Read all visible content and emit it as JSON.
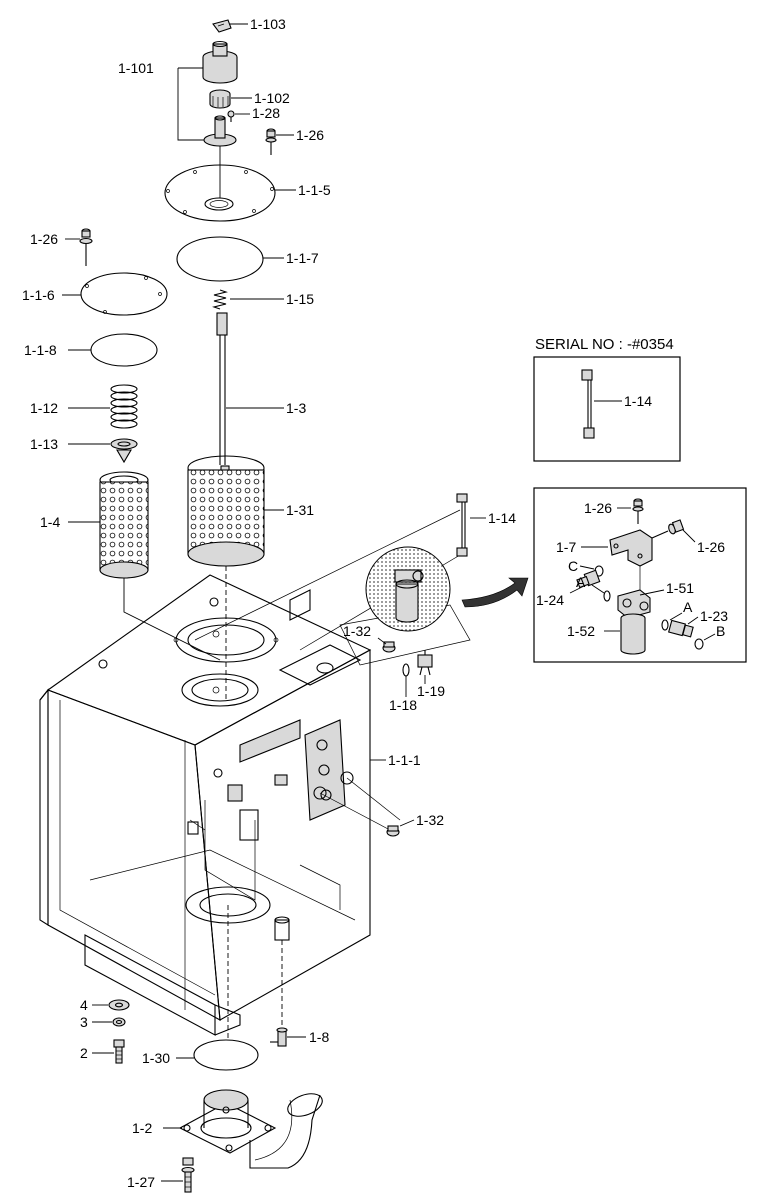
{
  "serial_box": {
    "title": "SERIAL NO : -#0354"
  },
  "labels": {
    "p1_103": "1-103",
    "p1_101": "1-101",
    "p1_102": "1-102",
    "p1_28": "1-28",
    "p1_26_top": "1-26",
    "p1_1_5": "1-1-5",
    "p1_26_left": "1-26",
    "p1_1_7": "1-1-7",
    "p1_1_6": "1-1-6",
    "p1_15": "1-15",
    "p1_1_8": "1-1-8",
    "p1_12": "1-12",
    "p1_3": "1-3",
    "p1_13": "1-13",
    "p1_4": "1-4",
    "p1_31": "1-31",
    "p1_14": "1-14",
    "p1_14_serial": "1-14",
    "p1_26_d1": "1-26",
    "p1_26_d2": "1-26",
    "p1_7": "1-7",
    "c_label": "C",
    "a_label_1": "A",
    "p1_51": "1-51",
    "p1_24": "1-24",
    "a_label_2": "A",
    "p1_23": "1-23",
    "p1_52": "1-52",
    "b_label": "B",
    "p1_32_top": "1-32",
    "p1_19": "1-19",
    "p1_18": "1-18",
    "p1_1_1": "1-1-1",
    "p1_32_bottom": "1-32",
    "p4": "4",
    "p3": "3",
    "p2": "2",
    "p1_8": "1-8",
    "p1_30": "1-30",
    "p1_2": "1-2",
    "p1_27": "1-27"
  }
}
